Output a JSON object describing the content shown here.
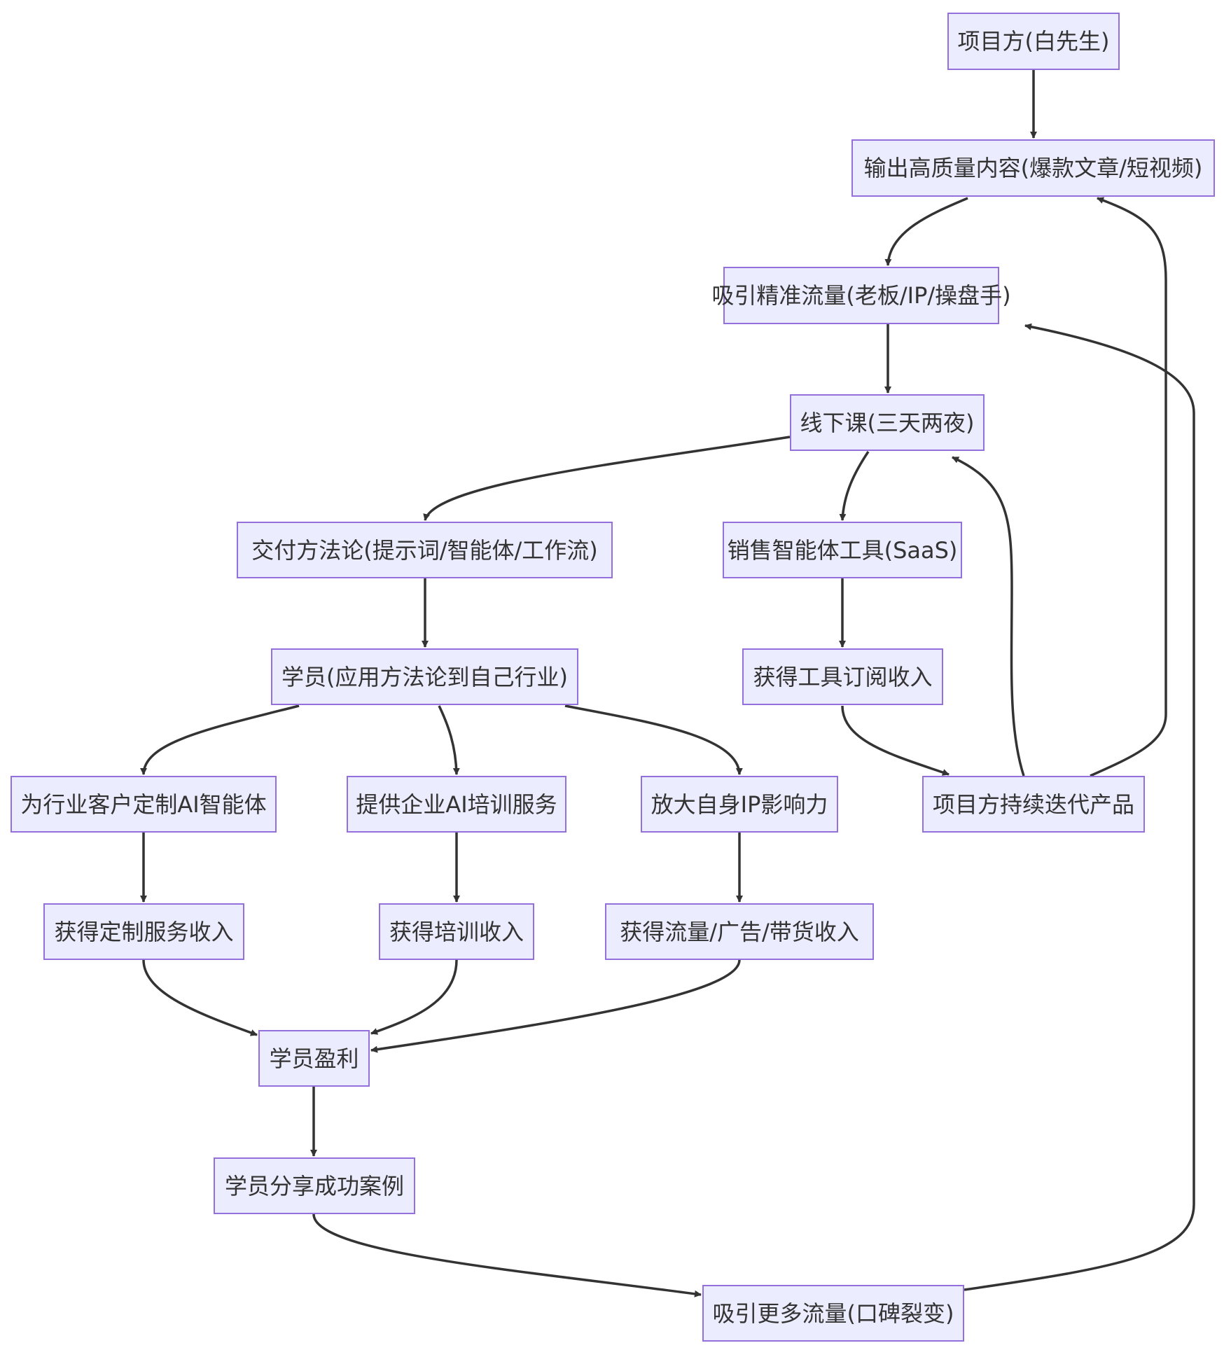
{
  "colors": {
    "node_fill": "#ECECFF",
    "node_border": "#9370DB",
    "text": "#333333",
    "edge": "#333333",
    "background": "#ffffff"
  },
  "nodes": {
    "owner": "项目方(白先生)",
    "content": "输出高质量内容(爆款文章/短视频)",
    "traffic": "吸引精准流量(老板/IP/操盘手)",
    "course": "线下课(三天两夜)",
    "method": "交付方法论(提示词/智能体/工作流)",
    "saas": "销售智能体工具(SaaS)",
    "student": "学员(应用方法论到自己行业)",
    "subscription": "获得工具订阅收入",
    "custom_agent": "为行业客户定制AI智能体",
    "training_service": "提供企业AI培训服务",
    "ip_influence": "放大自身IP影响力",
    "iterate": "项目方持续迭代产品",
    "custom_income": "获得定制服务收入",
    "training_income": "获得培训收入",
    "traffic_income": "获得流量/广告/带货收入",
    "profit": "学员盈利",
    "share": "学员分享成功案例",
    "more_traffic": "吸引更多流量(口碑裂变)"
  },
  "edges": [
    {
      "from": "owner",
      "to": "content"
    },
    {
      "from": "content",
      "to": "traffic"
    },
    {
      "from": "traffic",
      "to": "course"
    },
    {
      "from": "course",
      "to": "method"
    },
    {
      "from": "course",
      "to": "saas"
    },
    {
      "from": "method",
      "to": "student"
    },
    {
      "from": "saas",
      "to": "subscription"
    },
    {
      "from": "student",
      "to": "custom_agent"
    },
    {
      "from": "student",
      "to": "training_service"
    },
    {
      "from": "student",
      "to": "ip_influence"
    },
    {
      "from": "subscription",
      "to": "iterate"
    },
    {
      "from": "iterate",
      "to": "course"
    },
    {
      "from": "iterate",
      "to": "content"
    },
    {
      "from": "custom_agent",
      "to": "custom_income"
    },
    {
      "from": "training_service",
      "to": "training_income"
    },
    {
      "from": "ip_influence",
      "to": "traffic_income"
    },
    {
      "from": "custom_income",
      "to": "profit"
    },
    {
      "from": "training_income",
      "to": "profit"
    },
    {
      "from": "traffic_income",
      "to": "profit"
    },
    {
      "from": "profit",
      "to": "share"
    },
    {
      "from": "share",
      "to": "more_traffic"
    },
    {
      "from": "more_traffic",
      "to": "traffic"
    }
  ]
}
